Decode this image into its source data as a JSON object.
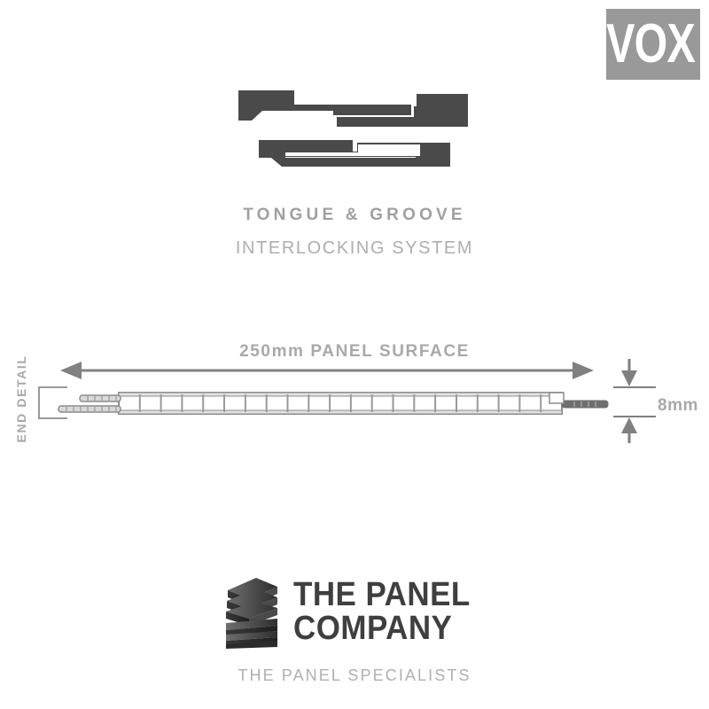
{
  "brand": {
    "vox_logo_text": "VOX",
    "vox_badge_bg": "#999999",
    "vox_text_color": "#ffffff"
  },
  "headings": {
    "title": "TONGUE & GROOVE",
    "subtitle": "INTERLOCKING SYSTEM",
    "title_color": "#a0a0a0"
  },
  "profile_illustration": {
    "icon_top": "panel-profile-separated-icon",
    "icon_bottom": "panel-profile-joined-icon",
    "fill_color": "#4a4a4a"
  },
  "cross_section": {
    "end_detail_label": "END DETAIL",
    "width_dimension_label": "250mm PANEL SURFACE",
    "thickness_dimension_label": "8mm",
    "dimension_color": "#a9a9a9",
    "outline_color": "#8c8c8c",
    "chamber_count": 21,
    "arrow_icon_left": "arrow-left-icon",
    "arrow_icon_right": "arrow-right-icon",
    "arrow_icon_down": "arrow-down-icon",
    "arrow_icon_up": "arrow-up-icon",
    "bracket_icon": "end-detail-bracket-icon"
  },
  "company": {
    "mark_icon": "stacked-panels-logo-icon",
    "name_line1": "THE PANEL",
    "name_line2": "COMPANY",
    "tagline": "THE PANEL SPECIALISTS",
    "name_color": "#3f3f3f",
    "tagline_color": "#b0b0b0"
  }
}
